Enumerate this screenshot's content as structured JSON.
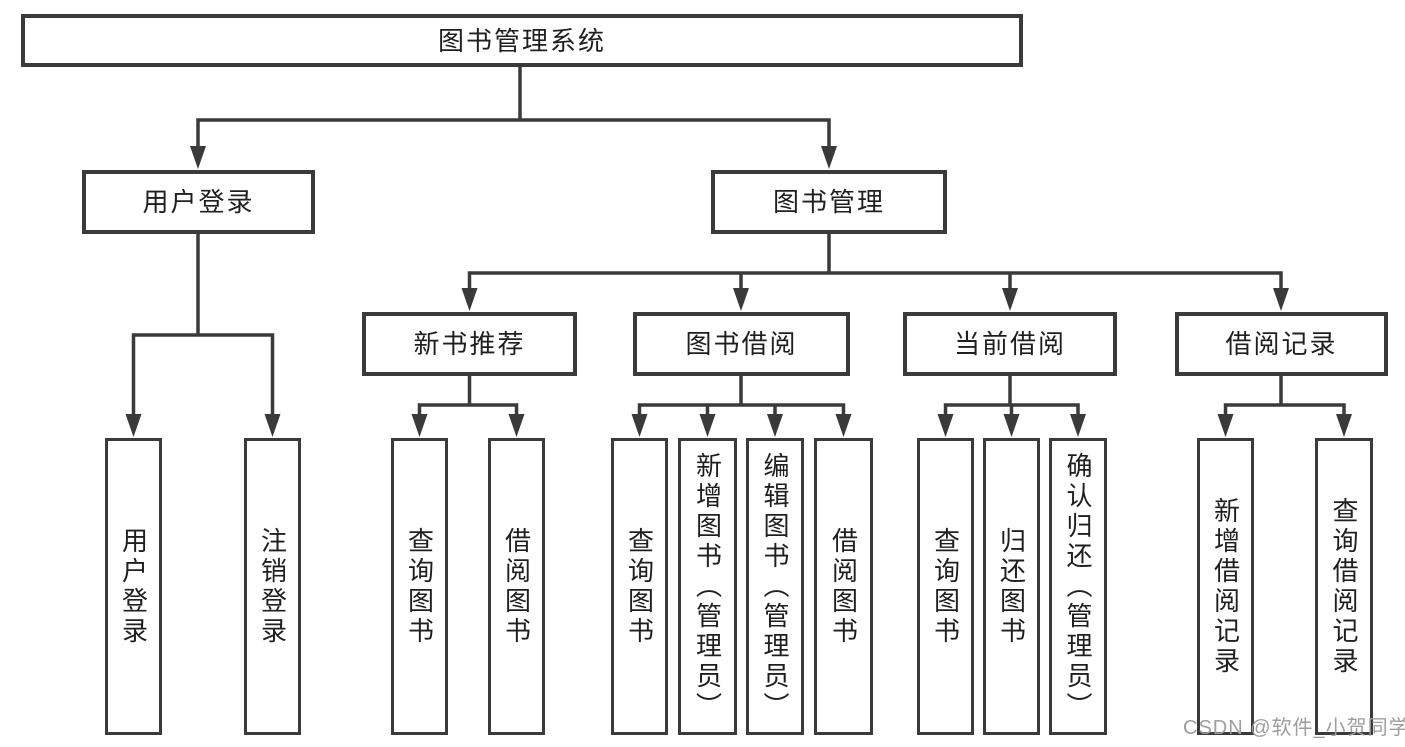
{
  "diagram": {
    "root": {
      "label": "图书管理系统"
    },
    "level2": [
      {
        "label": "用户登录"
      },
      {
        "label": "图书管理"
      }
    ],
    "level3": [
      {
        "label": "新书推荐",
        "parent": "图书管理"
      },
      {
        "label": "图书借阅",
        "parent": "图书管理"
      },
      {
        "label": "当前借阅",
        "parent": "图书管理"
      },
      {
        "label": "借阅记录",
        "parent": "图书管理"
      }
    ],
    "leaves": [
      {
        "label": "用户登录",
        "parent": "用户登录"
      },
      {
        "label": "注销登录",
        "parent": "用户登录"
      },
      {
        "label": "查询图书",
        "parent": "新书推荐"
      },
      {
        "label": "借阅图书",
        "parent": "新书推荐"
      },
      {
        "label": "查询图书",
        "parent": "图书借阅"
      },
      {
        "label": "新增图书（管理员）",
        "parent": "图书借阅"
      },
      {
        "label": "编辑图书（管理员）",
        "parent": "图书借阅"
      },
      {
        "label": "借阅图书",
        "parent": "图书借阅"
      },
      {
        "label": "查询图书",
        "parent": "当前借阅"
      },
      {
        "label": "归还图书",
        "parent": "当前借阅"
      },
      {
        "label": "确认归还（管理员）",
        "parent": "当前借阅"
      },
      {
        "label": "新增借阅记录",
        "parent": "借阅记录"
      },
      {
        "label": "查询借阅记录",
        "parent": "借阅记录"
      }
    ],
    "colors": {
      "line": "#3a3a3a",
      "text": "#1f1f1f",
      "background": "#ffffff",
      "watermark": "#9e9e9e"
    }
  },
  "watermark": {
    "text": "CSDN @软件_小贺同学"
  }
}
